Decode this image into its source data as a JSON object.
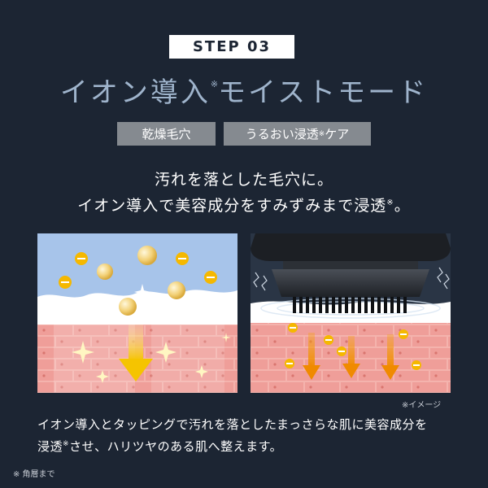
{
  "step": "STEP 03",
  "title": {
    "main": "イオン導入",
    "mark": "※",
    "rest": "モイストモード"
  },
  "tags": [
    {
      "text": "乾燥毛穴",
      "mark": ""
    },
    {
      "text": "うるおい浸透",
      "mark": "※",
      "after": "ケア"
    }
  ],
  "lead": {
    "line1": "汚れを落とした毛穴に。",
    "line2": "イオン導入で美容成分をすみずみまで浸透",
    "line2_mark": "※",
    "line2_end": "。"
  },
  "image_note": "※イメージ",
  "body": {
    "line1": "イオン導入とタッピングで汚れを落としたまっさらな肌に美容成分を",
    "line2_start": "浸透",
    "line2_mark": "※",
    "line2_end": "させ、ハリツヤのある肌へ整えます。"
  },
  "footnote": "※ 角層まで",
  "colors": {
    "background": "#1c2533",
    "title": "#9fb4cc",
    "tag": "#858a90",
    "skin": "#f2a9a4",
    "arrow": "#f5a300",
    "sky": "#a7c4ea"
  },
  "icons": [
    "minus-ion-icon",
    "sparkle-icon",
    "down-arrow-icon",
    "device-head-icon"
  ]
}
